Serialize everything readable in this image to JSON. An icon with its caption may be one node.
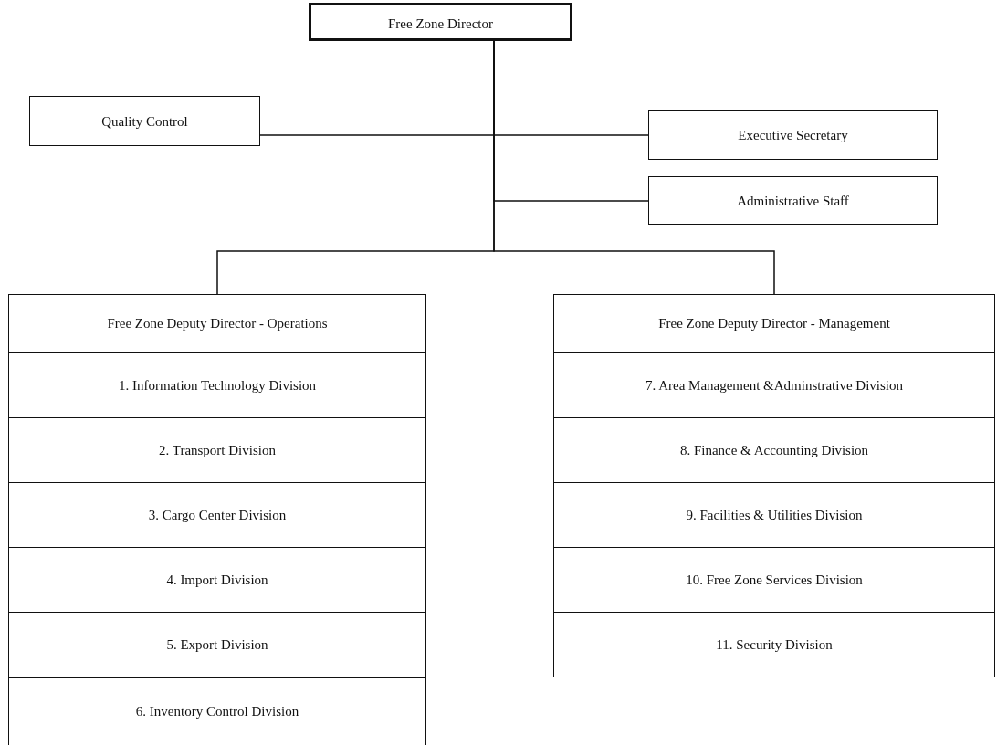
{
  "diagram": {
    "nodes": [
      {
        "text": [
          "Free Zone Director"
        ]
      },
      {
        "text": [
          "Quality Control"
        ]
      },
      {
        "text": [
          "Executive Secretary"
        ]
      },
      {
        "text": [
          "Administrative Staff"
        ]
      },
      {
        "text": [
          "Free Zone Deputy Director - Operations"
        ]
      },
      {
        "text": [
          "1. Information Technology Division"
        ],
        "in": 4
      },
      {
        "text": [
          "2. Transport Division"
        ],
        "in": 4
      },
      {
        "text": [
          "3. Cargo Center Division"
        ],
        "in": 4
      },
      {
        "text": [
          "4. Import Division"
        ],
        "in": 4
      },
      {
        "text": [
          "5. Export Division"
        ],
        "in": 4
      },
      {
        "text": [
          "6. Inventory Control Division"
        ],
        "in": 4
      },
      {
        "text": [
          "Free Zone Deputy Director - Management"
        ]
      },
      {
        "text": [
          "7. Area Management &Adminstrative Division"
        ],
        "in": 11
      },
      {
        "text": [
          "8. Finance & Accounting Division"
        ],
        "in": 11
      },
      {
        "text": [
          "9. Facilities & Utilities Division"
        ],
        "in": 11
      },
      {
        "text": [
          "10. Free Zone Services Division"
        ],
        "in": 11
      },
      {
        "text": [
          "11. Security Division"
        ],
        "in": 11
      }
    ],
    "edges": [
      {
        "from": 0,
        "to": 1,
        "arrow": "none"
      },
      {
        "from": 0,
        "to": 2,
        "arrow": "none"
      },
      {
        "from": 0,
        "to": 3,
        "arrow": "none"
      },
      {
        "from": 0,
        "to": 4,
        "arrow": "none"
      },
      {
        "from": 0,
        "to": 11,
        "arrow": "none"
      }
    ]
  }
}
